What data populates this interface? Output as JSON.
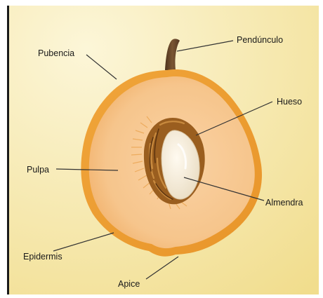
{
  "labels": {
    "peduncle": "Pendúnculo",
    "pubescence": "Pubencia",
    "stone": "Hueso",
    "pulp": "Pulpa",
    "kernel": "Almendra",
    "epidermis": "Epidermis",
    "apex": "Apice"
  },
  "colors": {
    "background_light": "#fbf5d4",
    "background_warm": "#f1dd8d",
    "skin": "#eea43a",
    "pulp": "#f6c690",
    "stone": "#9c6120",
    "kernel": "#f4ead6",
    "stalk": "#6b4a2b",
    "leader_line": "#333333"
  },
  "icons": [
    "peach-diagram-icon"
  ]
}
